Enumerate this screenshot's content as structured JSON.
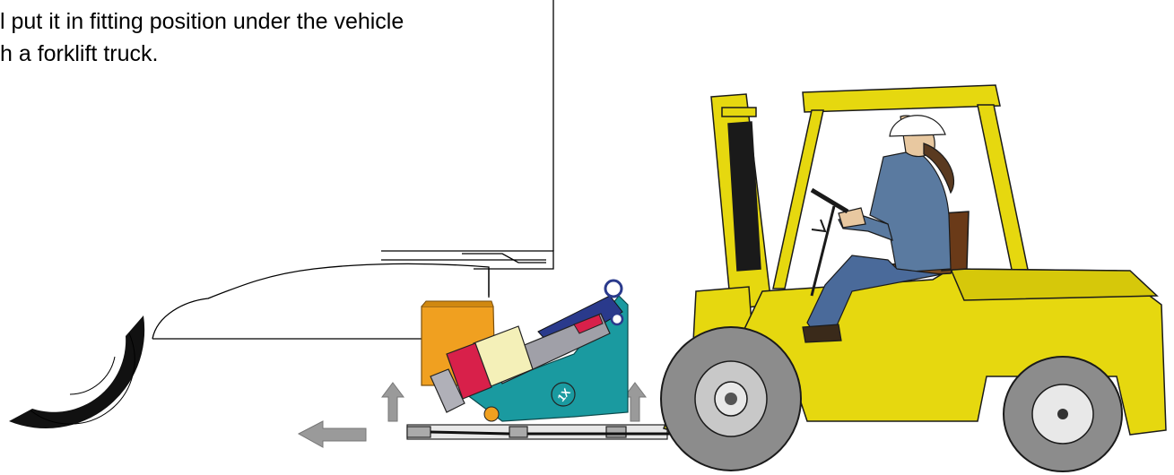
{
  "caption": {
    "line1": "l put it in fitting position under the vehicle",
    "line2": "h a forklift truck."
  },
  "unit_label": "1X",
  "colors": {
    "forklift_yellow": "#e6d80f",
    "forklift_outline": "#1a1a1a",
    "tire_gray": "#8c8c8c",
    "hub_gray": "#c8c8c8",
    "cylinder_orange": "#f0a020",
    "arm_teal": "#1a9aa0",
    "arm_navy": "#2a3a8c",
    "block_red": "#d8204a",
    "block_cream": "#f4f0b8",
    "body_gray": "#a0a0a8",
    "arrow_gray": "#9a9a9a",
    "worker_shirt": "#5a7aa0",
    "worker_jeans": "#4a6a9a",
    "vehicle_tire": "#111111"
  },
  "icons": {
    "move_left_arrow": "arrow-left-icon",
    "lift_arrows": "arrow-up-icon"
  }
}
